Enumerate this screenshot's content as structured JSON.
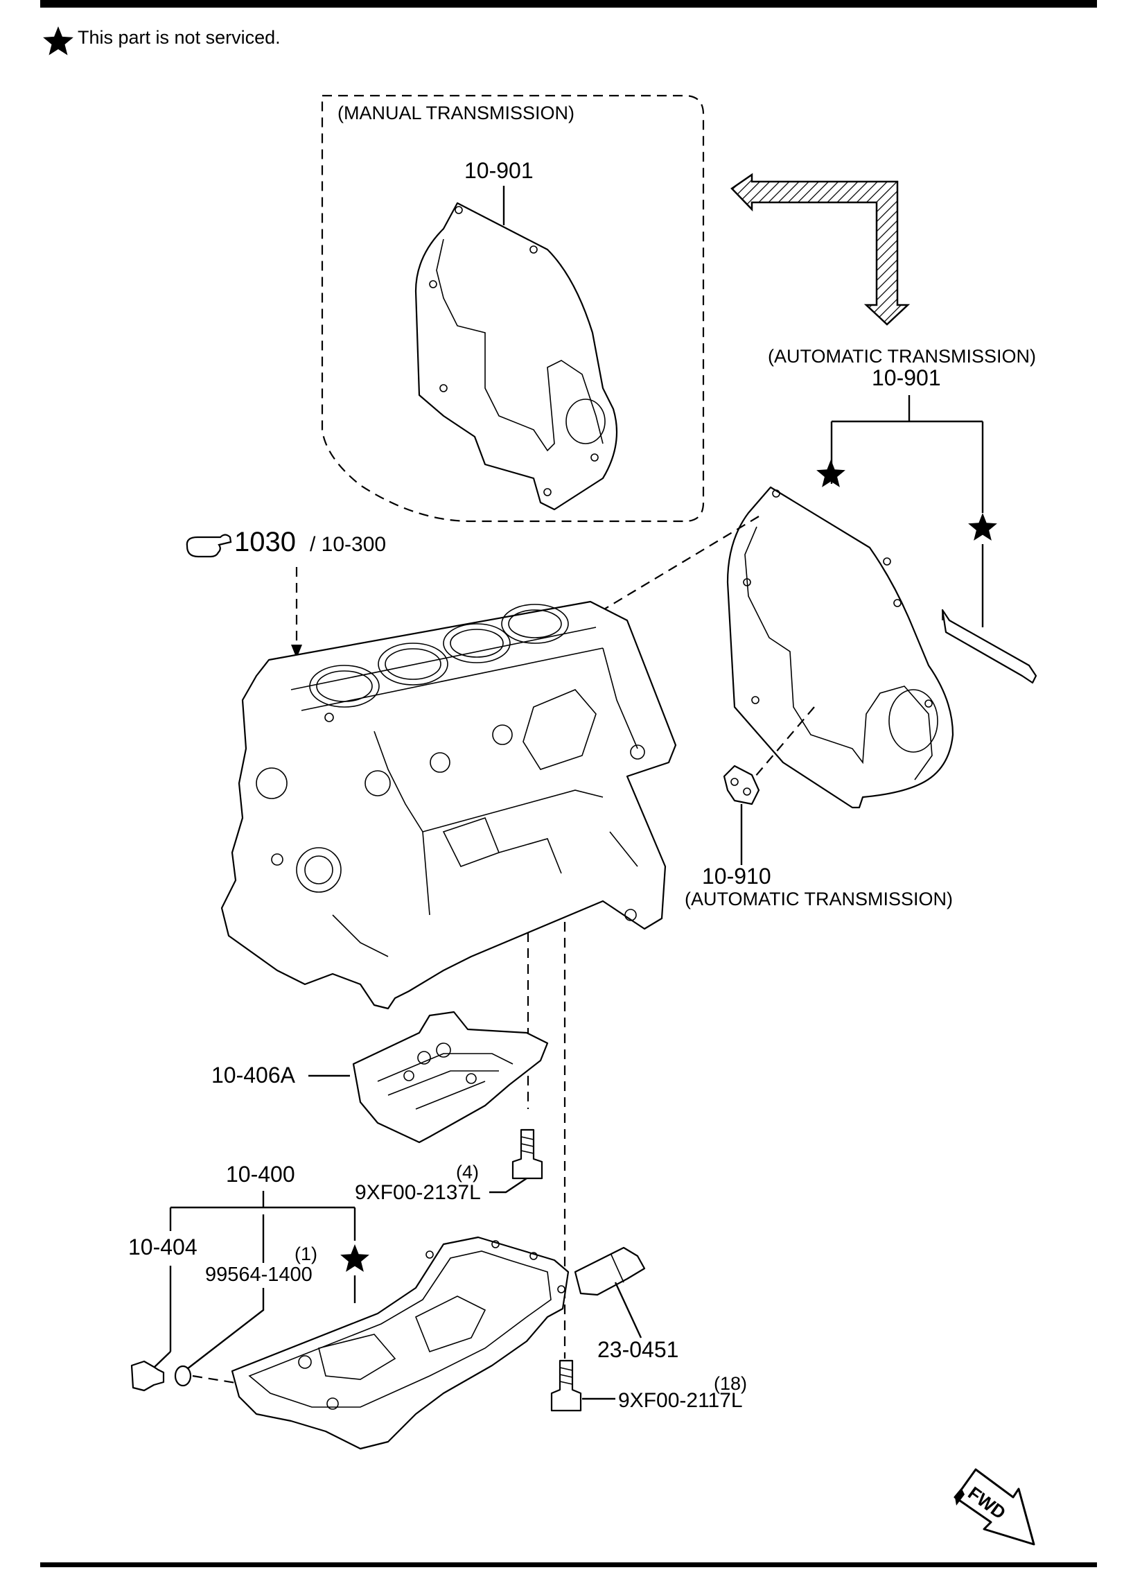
{
  "note": {
    "icon": "black-star-icon",
    "text": "This part is not serviced."
  },
  "manual_box": {
    "title": "(MANUAL TRANSMISSION)",
    "part": "10-901"
  },
  "auto_gasket": {
    "title": "(AUTOMATIC TRANSMISSION)",
    "part": "10-901"
  },
  "reference": {
    "icon": "pointing-hand-icon",
    "number": "1030",
    "sub": "/ 10-300"
  },
  "parts": {
    "p10910": "10-910",
    "p10910_note": "(AUTOMATIC TRANSMISSION)",
    "p10406A": "10-406A",
    "bolt_qty_4": "(4)",
    "bolt_4": "9XF00-2137L",
    "p10400": "10-400",
    "p10404": "10-404",
    "qty_1": "(1)",
    "p99564": "99564-1400",
    "p230451": "23-0451",
    "bolt_qty_18": "(18)",
    "bolt_18": "9XF00-2117L"
  },
  "fwd": {
    "icon": "fwd-arrow-icon",
    "text": "FWD"
  },
  "colors": {
    "ink": "#000000",
    "paper": "#ffffff"
  }
}
